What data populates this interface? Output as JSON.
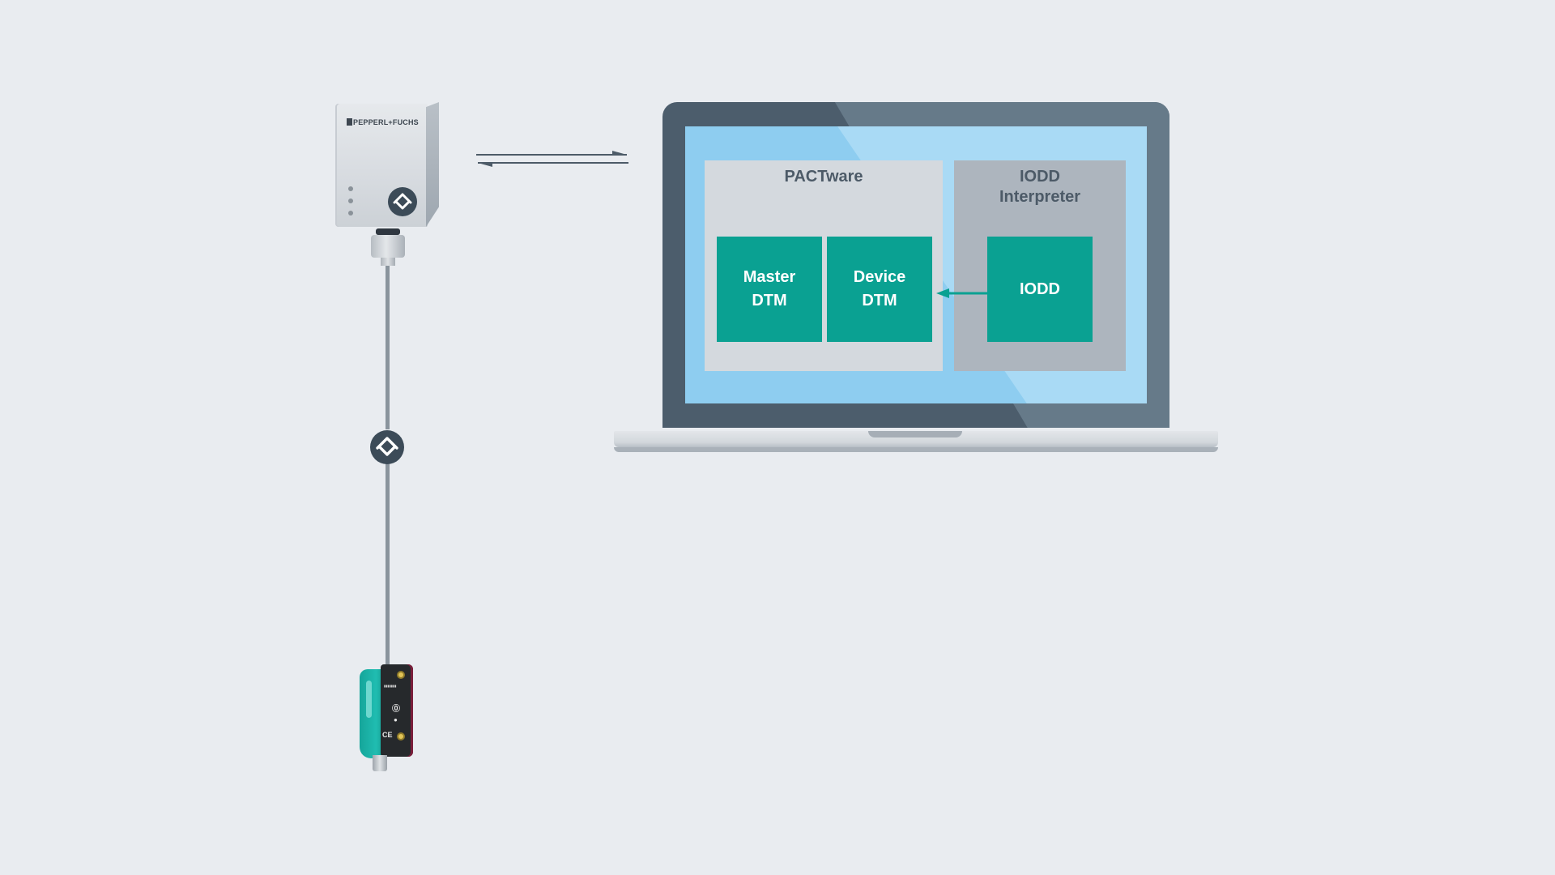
{
  "background_color": "#e9ecf0",
  "accent_color": "#0aa192",
  "master_device": {
    "brand": "PEPPERL+FUCHS",
    "icon": "io-link-icon"
  },
  "cable": {
    "icon": "io-link-icon"
  },
  "sensor": {
    "marks": [
      "CE"
    ]
  },
  "communication": {
    "icon": "bidirectional-arrows-icon"
  },
  "laptop": {
    "pactware": {
      "title": "PACTware",
      "master_dtm": {
        "line1": "Master",
        "line2": "DTM"
      },
      "device_dtm": {
        "line1": "Device",
        "line2": "DTM"
      }
    },
    "interpreter": {
      "title_line1": "IODD",
      "title_line2": "Interpreter",
      "iodd": "IODD"
    }
  }
}
